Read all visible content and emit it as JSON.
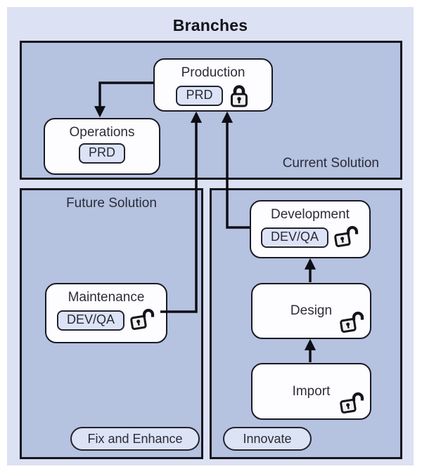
{
  "title": "Branches",
  "colors": {
    "outer_bg": "#dce1f3",
    "panel_bg": "#b5c2e0",
    "panel_border": "#16161f",
    "node_bg": "#fdfdff",
    "node_border": "#1a1a26",
    "badge_bg": "#dce3f7",
    "text": "#2d2d38",
    "arrow": "#0e0e14"
  },
  "panels": {
    "current": {
      "label": "Current Solution"
    },
    "future": {
      "label": "Future Solution",
      "tag": "Fix and Enhance"
    },
    "innovate": {
      "tag": "Innovate"
    }
  },
  "nodes": {
    "production": {
      "label": "Production",
      "badge": "PRD",
      "lock": "locked"
    },
    "operations": {
      "label": "Operations",
      "badge": "PRD"
    },
    "maintenance": {
      "label": "Maintenance",
      "badge": "DEV/QA",
      "lock": "unlocked"
    },
    "development": {
      "label": "Development",
      "badge": "DEV/QA",
      "lock": "unlocked"
    },
    "design": {
      "label": "Design",
      "lock": "unlocked"
    },
    "import": {
      "label": "Import",
      "lock": "unlocked"
    }
  }
}
